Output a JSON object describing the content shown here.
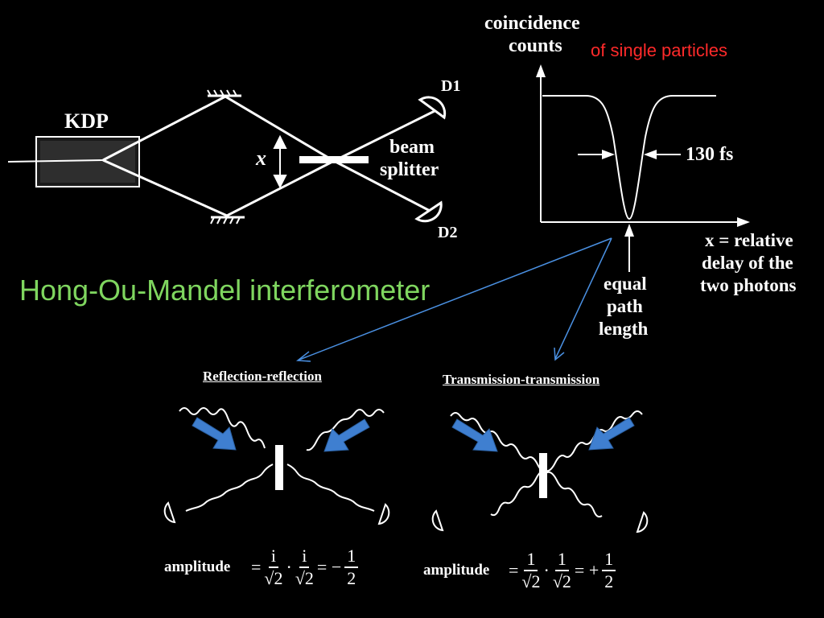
{
  "slide": {
    "title": "Hong-Ou-Mandel interferometer",
    "note": "of single particles"
  },
  "setup": {
    "crystal_label": "KDP",
    "displacement_label": "x",
    "splitter_label_1": "beam",
    "splitter_label_2": "splitter",
    "detector_1": "D1",
    "detector_2": "D2"
  },
  "dip_plot": {
    "ylabel_1": "coincidence",
    "ylabel_2": "counts",
    "width_label": "130 fs",
    "xlabel_1": "x = relative",
    "xlabel_2": "delay of the",
    "xlabel_3": "two photons",
    "center_label_1": "equal",
    "center_label_2": "path",
    "center_label_3": "length"
  },
  "cases": [
    {
      "title": "Reflection-reflection",
      "amp_label": "amplitude",
      "eq1": "=",
      "n1": "i",
      "d1": "√2",
      "dot": "·",
      "n2": "i",
      "d2": "√2",
      "eq2": "= −",
      "n3": "1",
      "d3": "2"
    },
    {
      "title": "Transmission-transmission",
      "amp_label": "amplitude",
      "eq1": "=",
      "n1": "1",
      "d1": "√2",
      "dot": "·",
      "n2": "1",
      "d2": "√2",
      "eq2": "= +",
      "n3": "1",
      "d3": "2"
    }
  ],
  "colors": {
    "title": "#7fd65f",
    "note": "#ff2a2a",
    "pointer": "#4a90e2",
    "arrow_fill": "#3f7fd0"
  }
}
